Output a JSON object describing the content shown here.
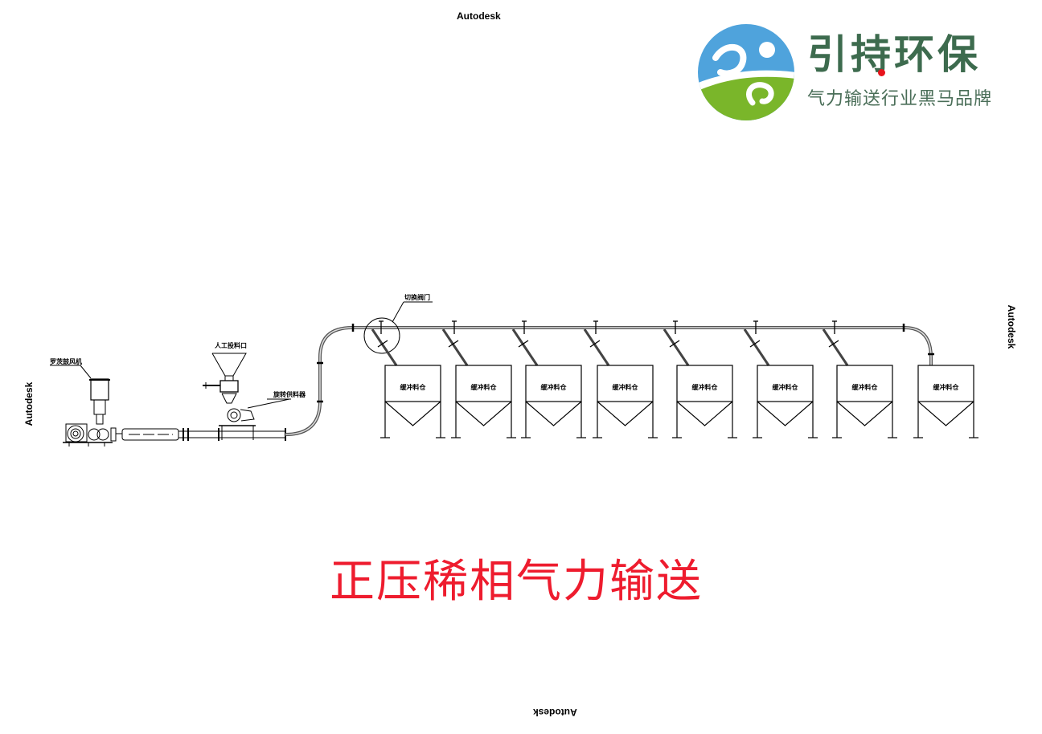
{
  "watermarks": {
    "top": "Autodesk",
    "bottom": "Autodesk",
    "left": "Autodesk",
    "right": "Autodesk"
  },
  "logo": {
    "brand_name": "引持环保",
    "slogan": "气力输送行业黑马品牌",
    "colors": {
      "blue": "#4fa3dc",
      "green": "#7ab62a",
      "text": "#3d6b4e",
      "dot": "#e8141c"
    }
  },
  "diagram": {
    "title": "正压稀相气力输送",
    "title_color": "#ee1c2e",
    "labels": {
      "blower": "罗茨鼓风机",
      "manual_inlet": "人工投料口",
      "rotary_feeder": "旋转供料器",
      "diverter_valve": "切换阀门"
    },
    "silos": [
      {
        "label": "缓冲料仓"
      },
      {
        "label": "缓冲料仓"
      },
      {
        "label": "缓冲料仓"
      },
      {
        "label": "缓冲料仓"
      },
      {
        "label": "缓冲料仓"
      },
      {
        "label": "缓冲料仓"
      },
      {
        "label": "缓冲料仓"
      },
      {
        "label": "缓冲料仓"
      }
    ]
  }
}
